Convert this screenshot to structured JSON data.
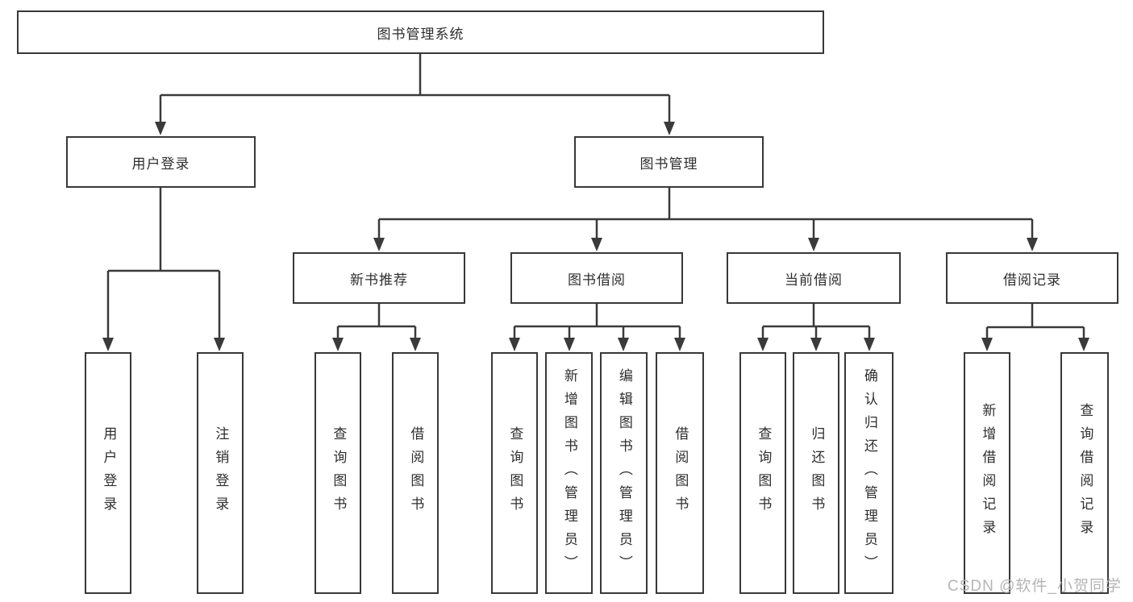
{
  "diagram": {
    "title": "图书管理系统",
    "root": {
      "label": "图书管理系统"
    },
    "level2": {
      "user_login": {
        "label": "用户登录"
      },
      "book_management": {
        "label": "图书管理"
      }
    },
    "level3": {
      "new_book_recommendation": {
        "label": "新书推荐"
      },
      "book_borrowing": {
        "label": "图书借阅"
      },
      "current_borrowing": {
        "label": "当前借阅"
      },
      "borrowing_records": {
        "label": "借阅记录"
      }
    },
    "leaves": {
      "user_login": "用户登录",
      "logout": "注销登录",
      "recommend_query_books": "查询图书",
      "recommend_borrow_books": "借阅图书",
      "borrowing_query_books": "查询图书",
      "add_book_admin": "新增图书（管理员）",
      "edit_book_admin": "编辑图书（管理员）",
      "borrowing_borrow_books": "借阅图书",
      "current_query_books": "查询图书",
      "return_books": "归还图书",
      "confirm_return_admin": "确认归还（管理员）",
      "add_borrow_record": "新增借阅记录",
      "query_borrow_record": "查询借阅记录"
    },
    "watermark": "CSDN @软件_小贺同学",
    "colors": {
      "line": "#3a3a3a",
      "box_border": "#383838",
      "text": "#2e2e2e",
      "watermark": "#b5b5b5",
      "background": "#ffffff"
    }
  }
}
